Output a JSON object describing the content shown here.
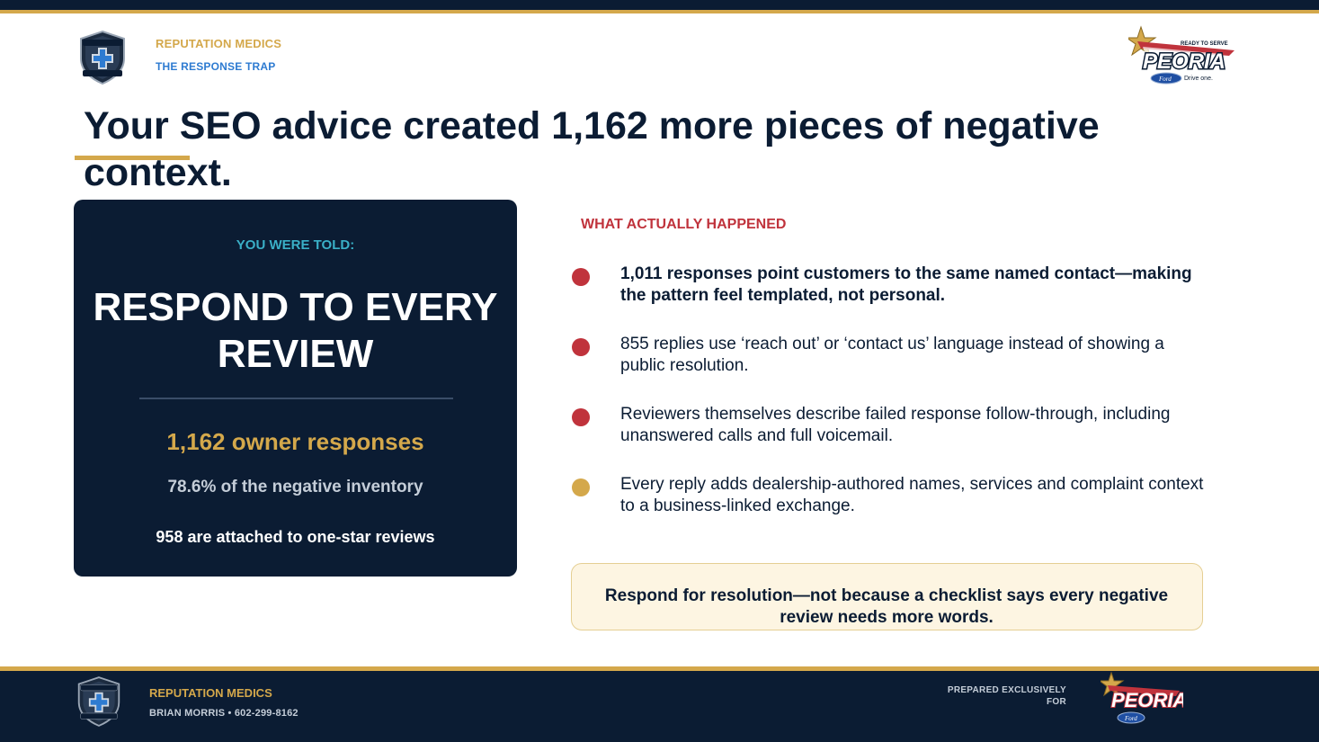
{
  "header": {
    "brand": "REPUTATION MEDICS",
    "subtitle": "THE RESPONSE TRAP",
    "logo_icon": "reputation-medics-shield-icon",
    "client_logo_icon": "peoria-ford-logo-icon"
  },
  "title": "Your SEO advice created 1,162 more pieces of negative context.",
  "told_card": {
    "label": "YOU WERE TOLD:",
    "claim": "RESPOND TO EVERY REVIEW",
    "stat_main": "1,162 owner responses",
    "stat_pct": "78.6% of the negative inventory",
    "stat_star": "958 are attached to one-star reviews"
  },
  "happened": {
    "label": "WHAT ACTUALLY HAPPENED",
    "bullets": [
      {
        "text": "1,011 responses point customers to the same named contact—making the pattern feel templated, not personal.",
        "color": "#c0333c"
      },
      {
        "text": "855 replies use ‘reach out’ or ‘contact us’ language instead of showing a public resolution.",
        "color": "#c0333c"
      },
      {
        "text": "Reviewers themselves describe failed response follow-through, including unanswered calls and full voicemail.",
        "color": "#c0333c"
      },
      {
        "text": "Every reply adds dealership-authored names, services and complaint context to a business-linked exchange.",
        "color": "#d4a84b"
      }
    ]
  },
  "callout": "Respond for resolution—not because a checklist says every negative review needs more words.",
  "footer": {
    "brand": "REPUTATION MEDICS",
    "contact": "BRIAN MORRIS  •  602-299-8162",
    "prepared": "PREPARED EXCLUSIVELY FOR"
  },
  "colors": {
    "navy": "#0b1c33",
    "gold": "#d4a84b",
    "red": "#c0333c",
    "teal": "#3ab0c7",
    "blue": "#2e7bd1"
  }
}
